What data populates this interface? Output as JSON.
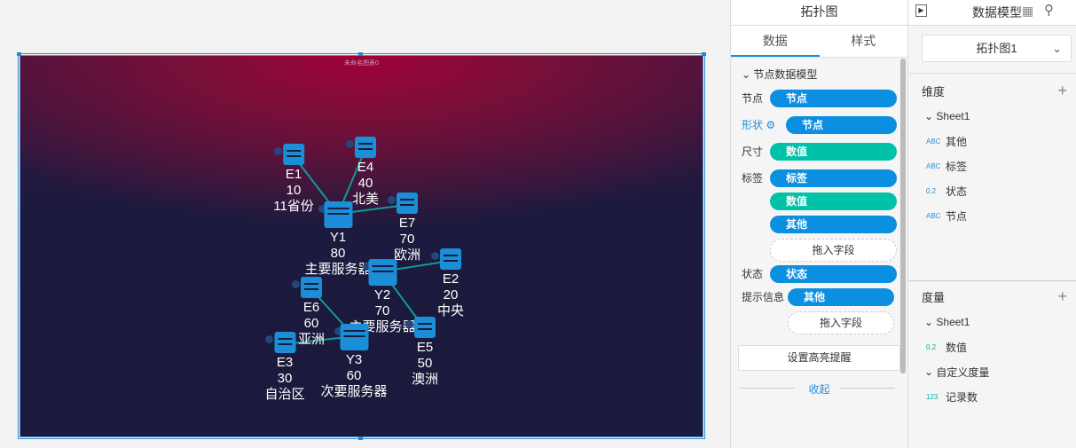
{
  "chart": {
    "title": "未命名图表0",
    "nodes": [
      {
        "name": "E1",
        "value": "10",
        "label": "11省份"
      },
      {
        "name": "E4",
        "value": "40",
        "label": "北美"
      },
      {
        "name": "Y1",
        "value": "80",
        "label": "主要服务器"
      },
      {
        "name": "E7",
        "value": "70",
        "label": "欧洲"
      },
      {
        "name": "Y2",
        "value": "70",
        "label": "主要服务器"
      },
      {
        "name": "E2",
        "value": "20",
        "label": "中央"
      },
      {
        "name": "E6",
        "value": "60",
        "label": "亚洲"
      },
      {
        "name": "E5",
        "value": "50",
        "label": "澳洲"
      },
      {
        "name": "E3",
        "value": "30",
        "label": "自治区"
      },
      {
        "name": "Y3",
        "value": "60",
        "label": "次要服务器"
      }
    ],
    "edges": [
      [
        "E1",
        "Y1"
      ],
      [
        "E4",
        "Y1"
      ],
      [
        "E7",
        "Y1"
      ],
      [
        "E2",
        "Y2"
      ],
      [
        "E5",
        "Y2"
      ],
      [
        "E6",
        "Y3"
      ],
      [
        "E3",
        "Y3"
      ]
    ],
    "colors": {
      "node": "#1a8fd8",
      "edge": "#0f9b95"
    }
  },
  "panel": {
    "title": "拓扑图",
    "tabs": [
      "数据",
      "样式"
    ],
    "section": "节点数据模型",
    "node_label": "节点",
    "node_pill": "节点",
    "shape_label": "形状",
    "shape_pill": "节点",
    "size_label": "尺寸",
    "size_pill": "数值",
    "tag_label": "标签",
    "tag_pills": [
      "标签",
      "数值",
      "其他"
    ],
    "drop": "拖入字段",
    "state_label": "状态",
    "state_pill": "状态",
    "tip_label": "提示信息",
    "tip_pill": "其他",
    "drop2": "拖入字段",
    "highlight_btn": "设置高亮提醒",
    "collapse": "收起"
  },
  "model": {
    "title": "数据模型",
    "selected": "拓扑图1",
    "dimension": "维度",
    "dim_sheet": "Sheet1",
    "dims": [
      {
        "type": "ABC",
        "name": "其他"
      },
      {
        "type": "ABC",
        "name": "标签"
      },
      {
        "type": "0.2",
        "name": "状态"
      },
      {
        "type": "ABC",
        "name": "节点"
      }
    ],
    "measure": "度量",
    "mea_sheet": "Sheet1",
    "mea_items": [
      {
        "type": "0.2",
        "name": "数值"
      }
    ],
    "custom": "自定义度量",
    "custom_items": [
      {
        "type": "123",
        "name": "记录数"
      }
    ]
  }
}
